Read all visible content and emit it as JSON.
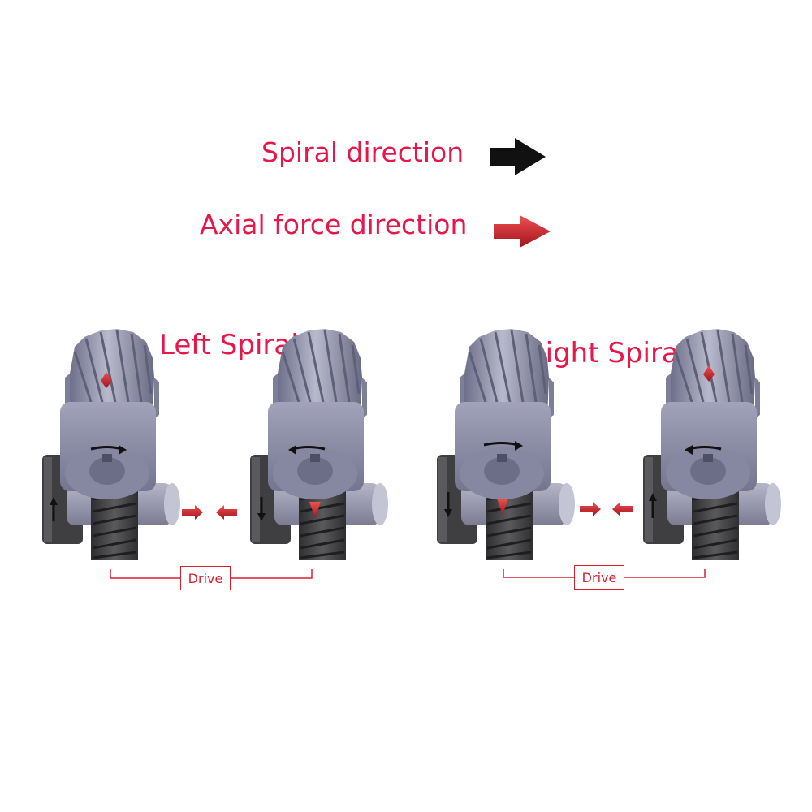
{
  "legend": {
    "spiral_label": "Spiral direction",
    "axial_label": "Axial force direction",
    "spiral_arrow_color": "#111111",
    "axial_arrow_color": "#c0141f"
  },
  "sections": {
    "left_title": "Left Spiral",
    "right_title": "Right Spiral"
  },
  "drive_label": "Drive",
  "colors": {
    "label_red": "#e8174a",
    "gear_metal": "#8e8fa8",
    "worm_dark": "#454547",
    "arrow_red": "#d2232a"
  }
}
